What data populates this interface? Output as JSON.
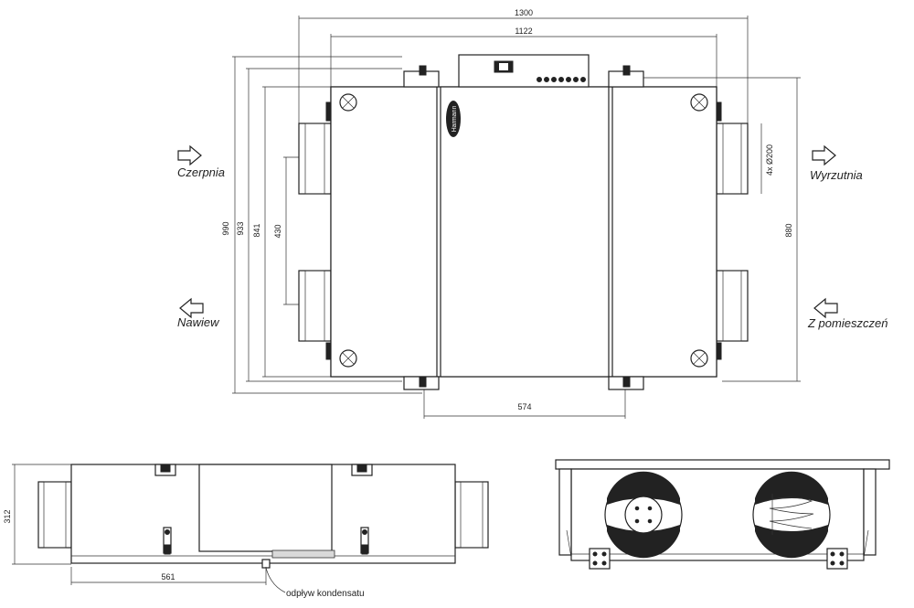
{
  "top_view": {
    "dim_width_overall": "1300",
    "dim_width_body": "1122",
    "dim_height_overall": "990",
    "dim_height_933": "933",
    "dim_height_841": "841",
    "dim_spigot_spacing": "430",
    "dim_spigot_diameter": "4x Ø200",
    "dim_right_880": "880",
    "dim_mount_574": "574",
    "label_intake": "Czerpnia",
    "label_exhaust": "Wyrzutnia",
    "label_supply": "Nawiew",
    "label_extract": "Z pomieszczeń",
    "logo_text": "Harmann"
  },
  "side_view": {
    "dim_height": "312",
    "dim_drain_offset": "561",
    "label_drain": "odpływ kondensatu"
  },
  "end_view": {}
}
